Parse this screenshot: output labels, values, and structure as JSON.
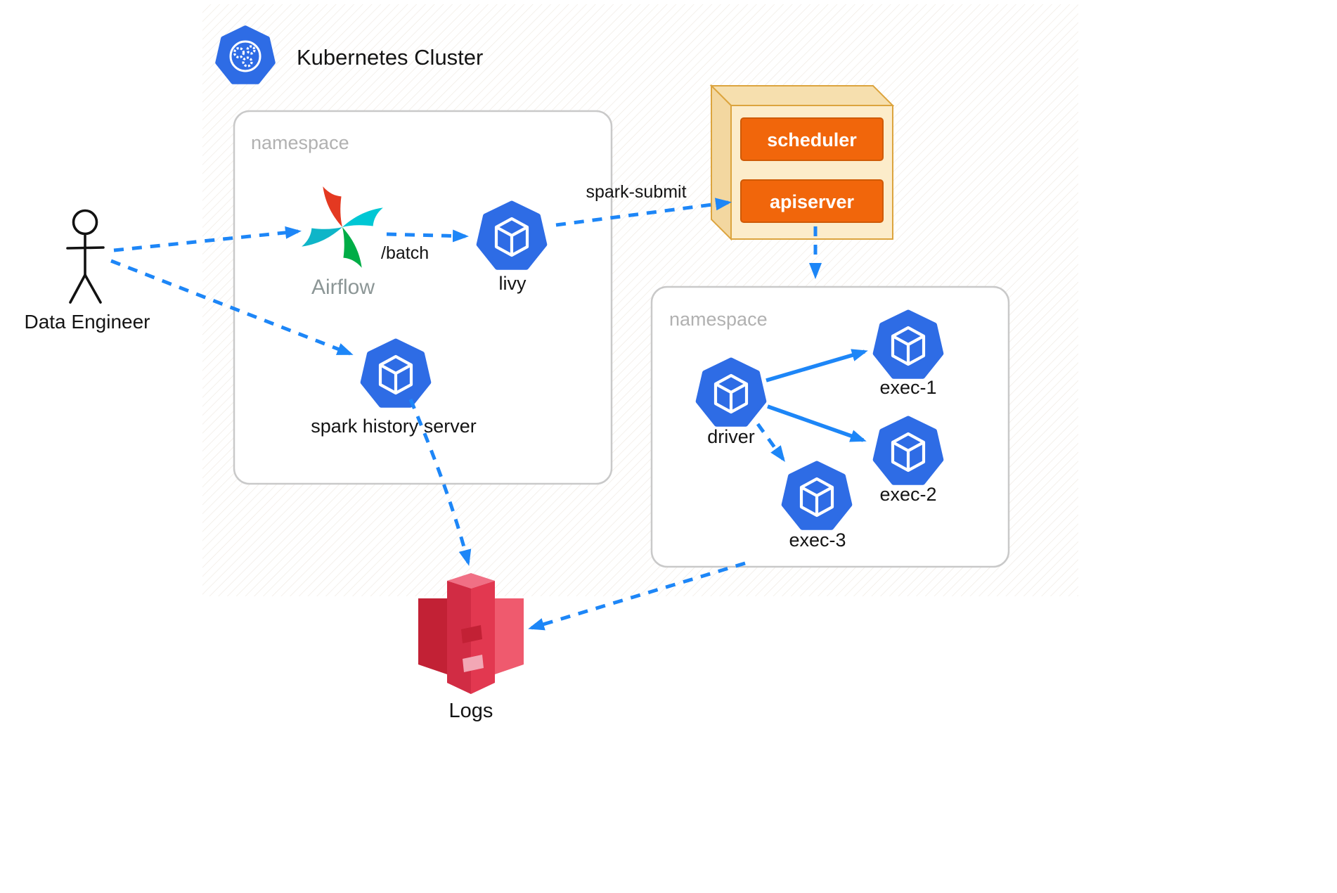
{
  "title": "Kubernetes Cluster",
  "colors": {
    "k8s_blue": "#2e6ce5",
    "arrow_blue": "#1d86f7",
    "namespace_border": "#c9c9c9",
    "namespace_label_gray": "#b1b1b1",
    "control_plane_face": "#fcecca",
    "control_plane_border": "#dca43e",
    "button_orange": "#f1660b",
    "airflow_red": "#e43921",
    "airflow_cyan": "#00c7d4",
    "airflow_green": "#00ad46",
    "airflow_teal": "#0fb5c8",
    "s3_red": "#e23850",
    "text_dark": "#141414"
  },
  "icons": {
    "kubernetes": "kubernetes-logo-icon",
    "pod": "pod-cube-icon",
    "airflow": "airflow-pinwheel-icon",
    "s3_bucket": "s3-bucket-icon",
    "person": "stick-figure-icon"
  },
  "actor": {
    "label": "Data Engineer"
  },
  "namespace1": {
    "label": "namespace",
    "nodes": {
      "airflow": "Airflow",
      "livy": "livy",
      "spark_history": "spark history server"
    }
  },
  "control_plane": {
    "scheduler": "scheduler",
    "apiserver": "apiserver"
  },
  "namespace2": {
    "label": "namespace",
    "nodes": {
      "driver": "driver",
      "exec1": "exec-1",
      "exec2": "exec-2",
      "exec3": "exec-3"
    }
  },
  "edge_labels": {
    "batch": "/batch",
    "spark_submit": "spark-submit"
  },
  "storage": {
    "label": "Logs"
  }
}
